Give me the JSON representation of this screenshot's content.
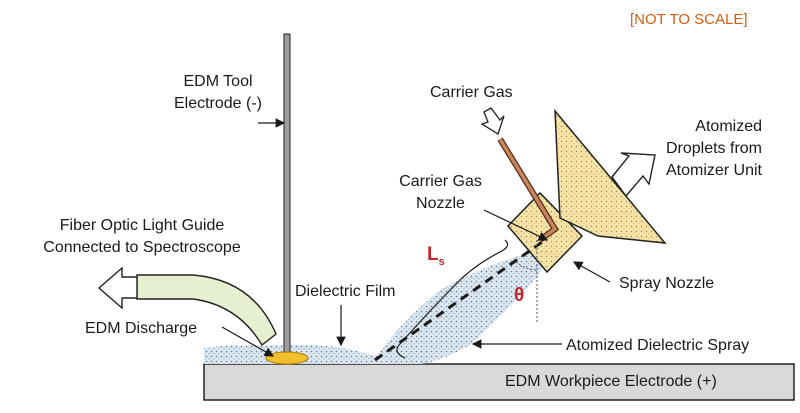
{
  "note": "[NOT TO SCALE]",
  "labels": {
    "tool_electrode_line1": "EDM Tool",
    "tool_electrode_line2": "Electrode (-)",
    "carrier_gas": "Carrier Gas",
    "carrier_gas_nozzle_line1": "Carrier Gas",
    "carrier_gas_nozzle_line2": "Nozzle",
    "atomized_line1": "Atomized",
    "atomized_line2": "Droplets from",
    "atomized_line3": "Atomizer Unit",
    "fiber_line1": "Fiber Optic Light Guide",
    "fiber_line2": "Connected to Spectroscope",
    "dielectric_film": "Dielectric Film",
    "spray_nozzle": "Spray Nozzle",
    "edm_discharge": "EDM Discharge",
    "atomized_spray": "Atomized Dielectric Spray",
    "workpiece": "EDM Workpiece Electrode (+)",
    "ls_main": "L",
    "ls_sub": "s",
    "theta": "θ"
  },
  "colors": {
    "note": "#d35f14",
    "accent_red": "#c0262c",
    "workpiece_fill": "#d9d9d9",
    "light_guide_fill": "#e6f0d0",
    "nozzle_fill": "#f7e4a6",
    "spray_fill": "#dde7f0",
    "discharge_fill": "#f2c02c",
    "tube_fill": "#c8865e"
  },
  "icons": [
    "open-arrow-left-icon",
    "open-arrow-down-icon",
    "open-arrow-left-down-icon"
  ]
}
